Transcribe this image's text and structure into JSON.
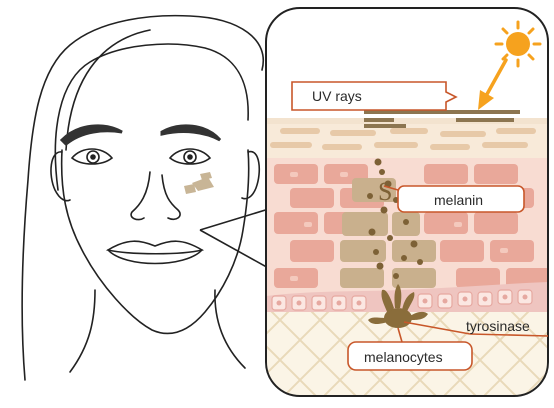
{
  "labels": {
    "uv_rays": "UV rays",
    "melanin": "melanin",
    "tyrosinase": "tyrosinase",
    "melanocytes": "melanocytes"
  },
  "colors": {
    "callout_border": "#c8572a",
    "sun": "#f6a21e",
    "skin_pink": "#e9a89a",
    "skin_light": "#f6d6c8",
    "melanin": "#8a6d3b",
    "pigment_cells": "#c7b08c",
    "stroke": "#222222"
  },
  "icons": [
    "sun-icon",
    "uv-arrow-icon",
    "melanocyte-icon"
  ]
}
